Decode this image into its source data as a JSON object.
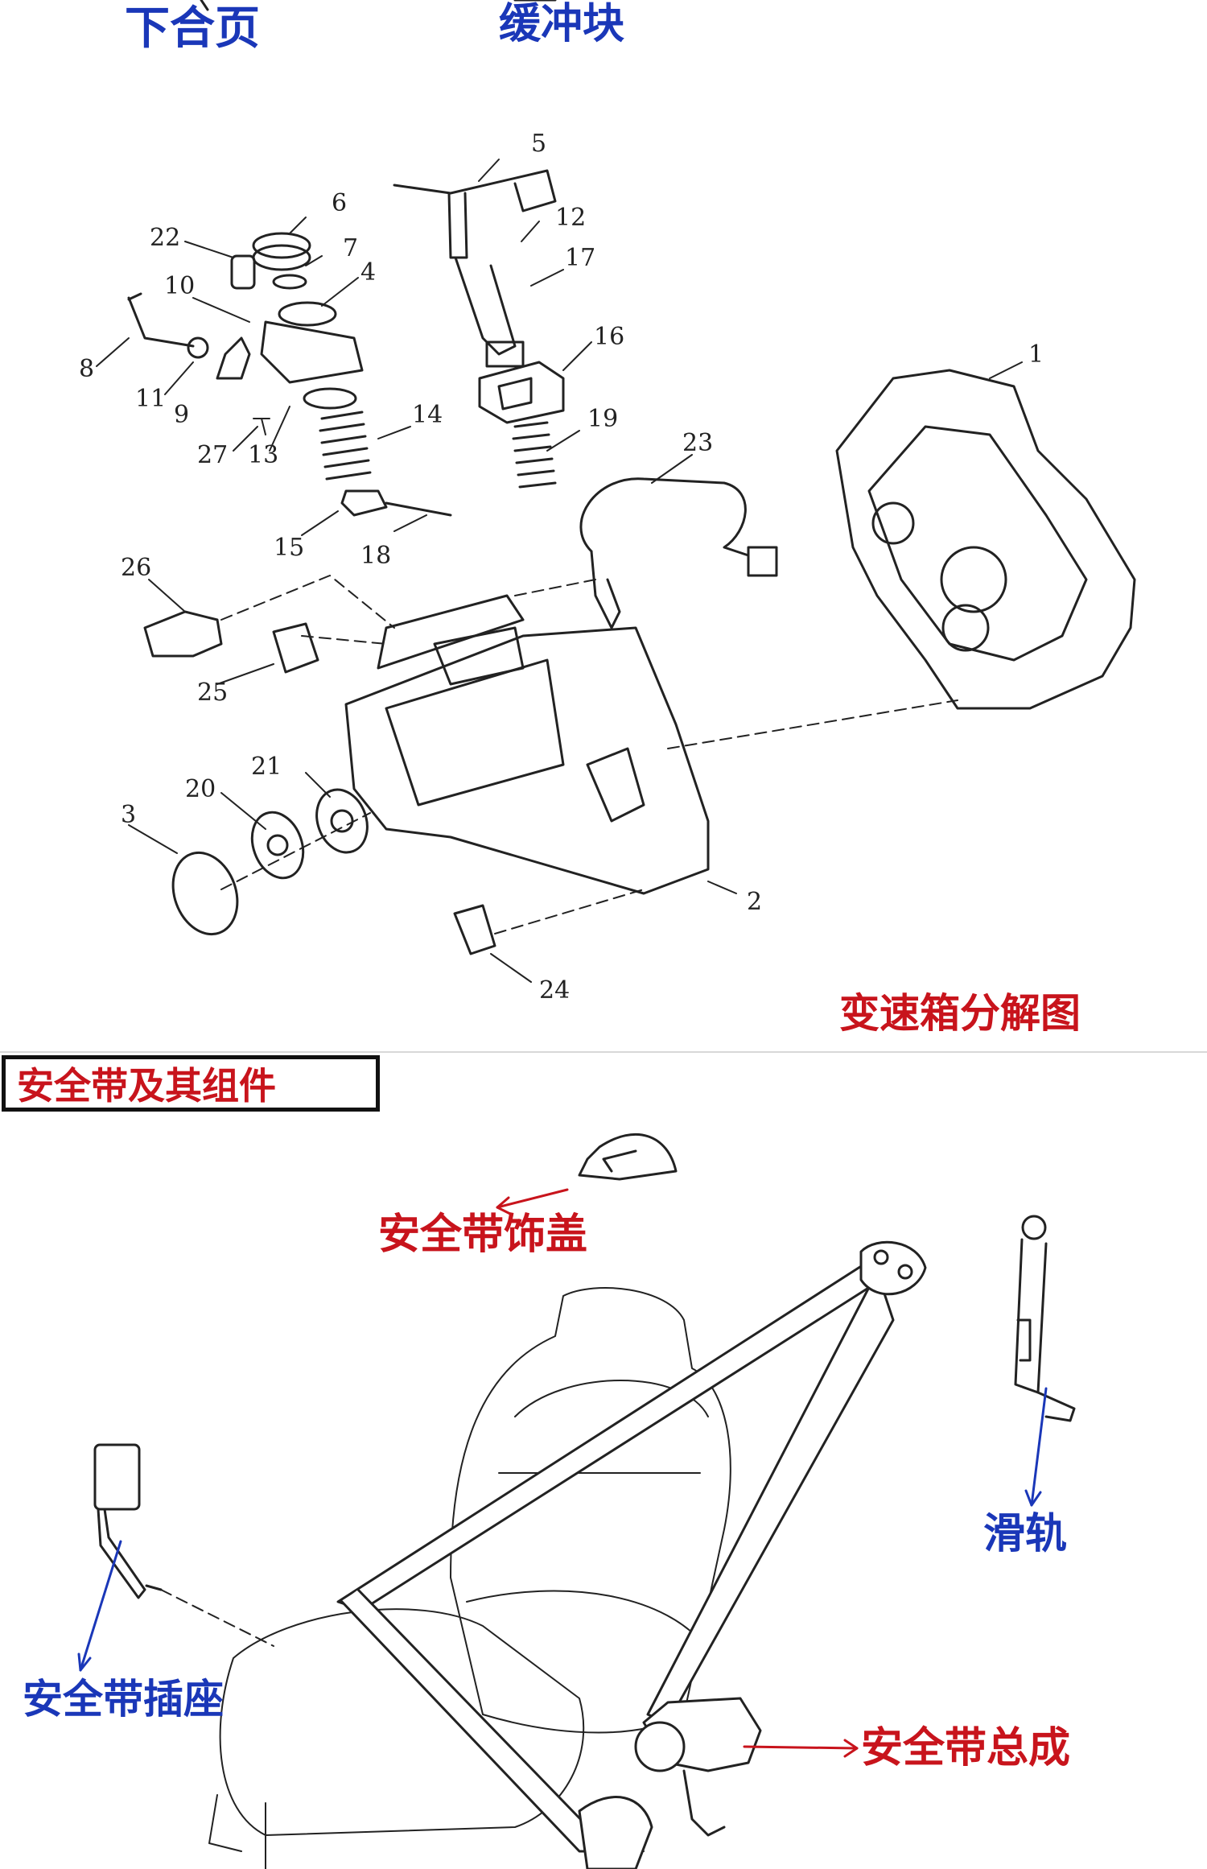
{
  "top_labels": {
    "lower_hinge": "下合页",
    "buffer_block": "缓冲块"
  },
  "gearbox": {
    "title": "变速箱分解图",
    "part_numbers": [
      "5",
      "6",
      "12",
      "22",
      "7",
      "17",
      "10",
      "4",
      "16",
      "1",
      "8",
      "11",
      "9",
      "23",
      "19",
      "27",
      "13",
      "14",
      "15",
      "18",
      "26",
      "25",
      "21",
      "20",
      "3",
      "2",
      "24"
    ]
  },
  "seatbelt": {
    "section_title": "安全带及其组件",
    "cover_label": "安全带饰盖",
    "rail_label": "滑轨",
    "buckle_label": "安全带插座",
    "assembly_label": "安全带总成"
  },
  "colors": {
    "blue_label": "#1a37b8",
    "red_label": "#c8141c",
    "line_art": "#222222"
  }
}
